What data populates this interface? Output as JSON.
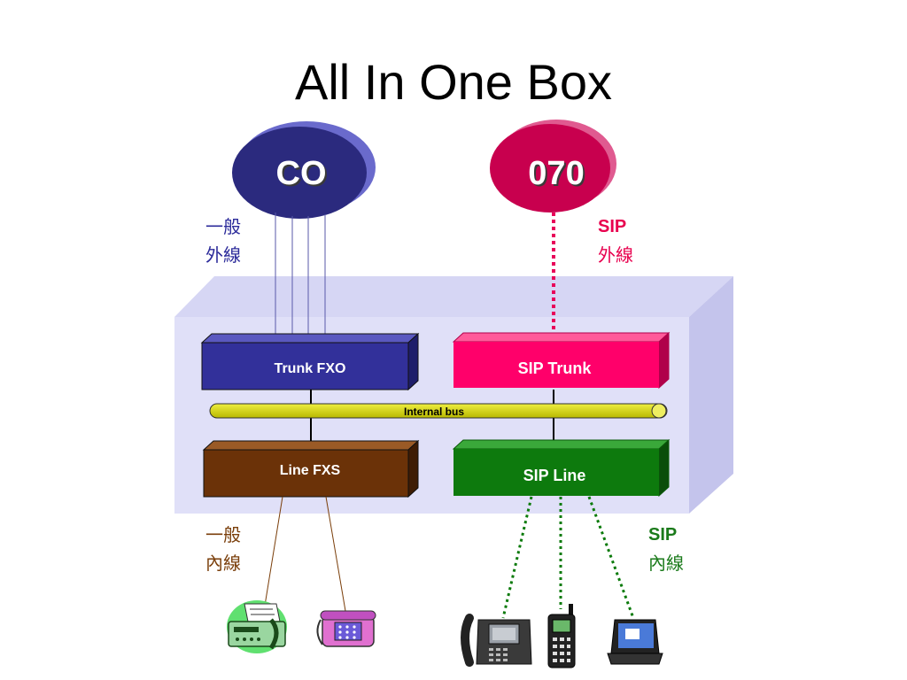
{
  "title": "All In One Box",
  "clouds": {
    "co": {
      "label": "CO",
      "color": "#2b2a7e"
    },
    "sip": {
      "label": "070",
      "color": "#c8004e"
    }
  },
  "modules": {
    "trunk_fxo": {
      "label": "Trunk FXO",
      "color": "#32309a"
    },
    "sip_trunk": {
      "label": "SIP Trunk",
      "color": "#ff006a"
    },
    "line_fxs": {
      "label": "Line FXS",
      "color": "#6b3208"
    },
    "sip_line": {
      "label": "SIP Line",
      "color": "#0d7a0d"
    }
  },
  "bus": {
    "label": "Internal bus",
    "color": "#d6d600"
  },
  "labels": {
    "pstn_trunk": {
      "line1": "一般",
      "line2": "外線",
      "color": "#2b2a9a"
    },
    "sip_trunk": {
      "line1": "SIP",
      "line2": "外線",
      "color": "#e8004e"
    },
    "analog_ext": {
      "line1": "一般",
      "line2": "內線",
      "color": "#7a3e0a"
    },
    "sip_ext": {
      "line1": "SIP",
      "line2": "內線",
      "color": "#1a7a1a"
    }
  },
  "devices": [
    "fax-machine-icon",
    "analog-phone-icon",
    "ip-phone-icon",
    "mobile-phone-icon",
    "laptop-icon"
  ]
}
